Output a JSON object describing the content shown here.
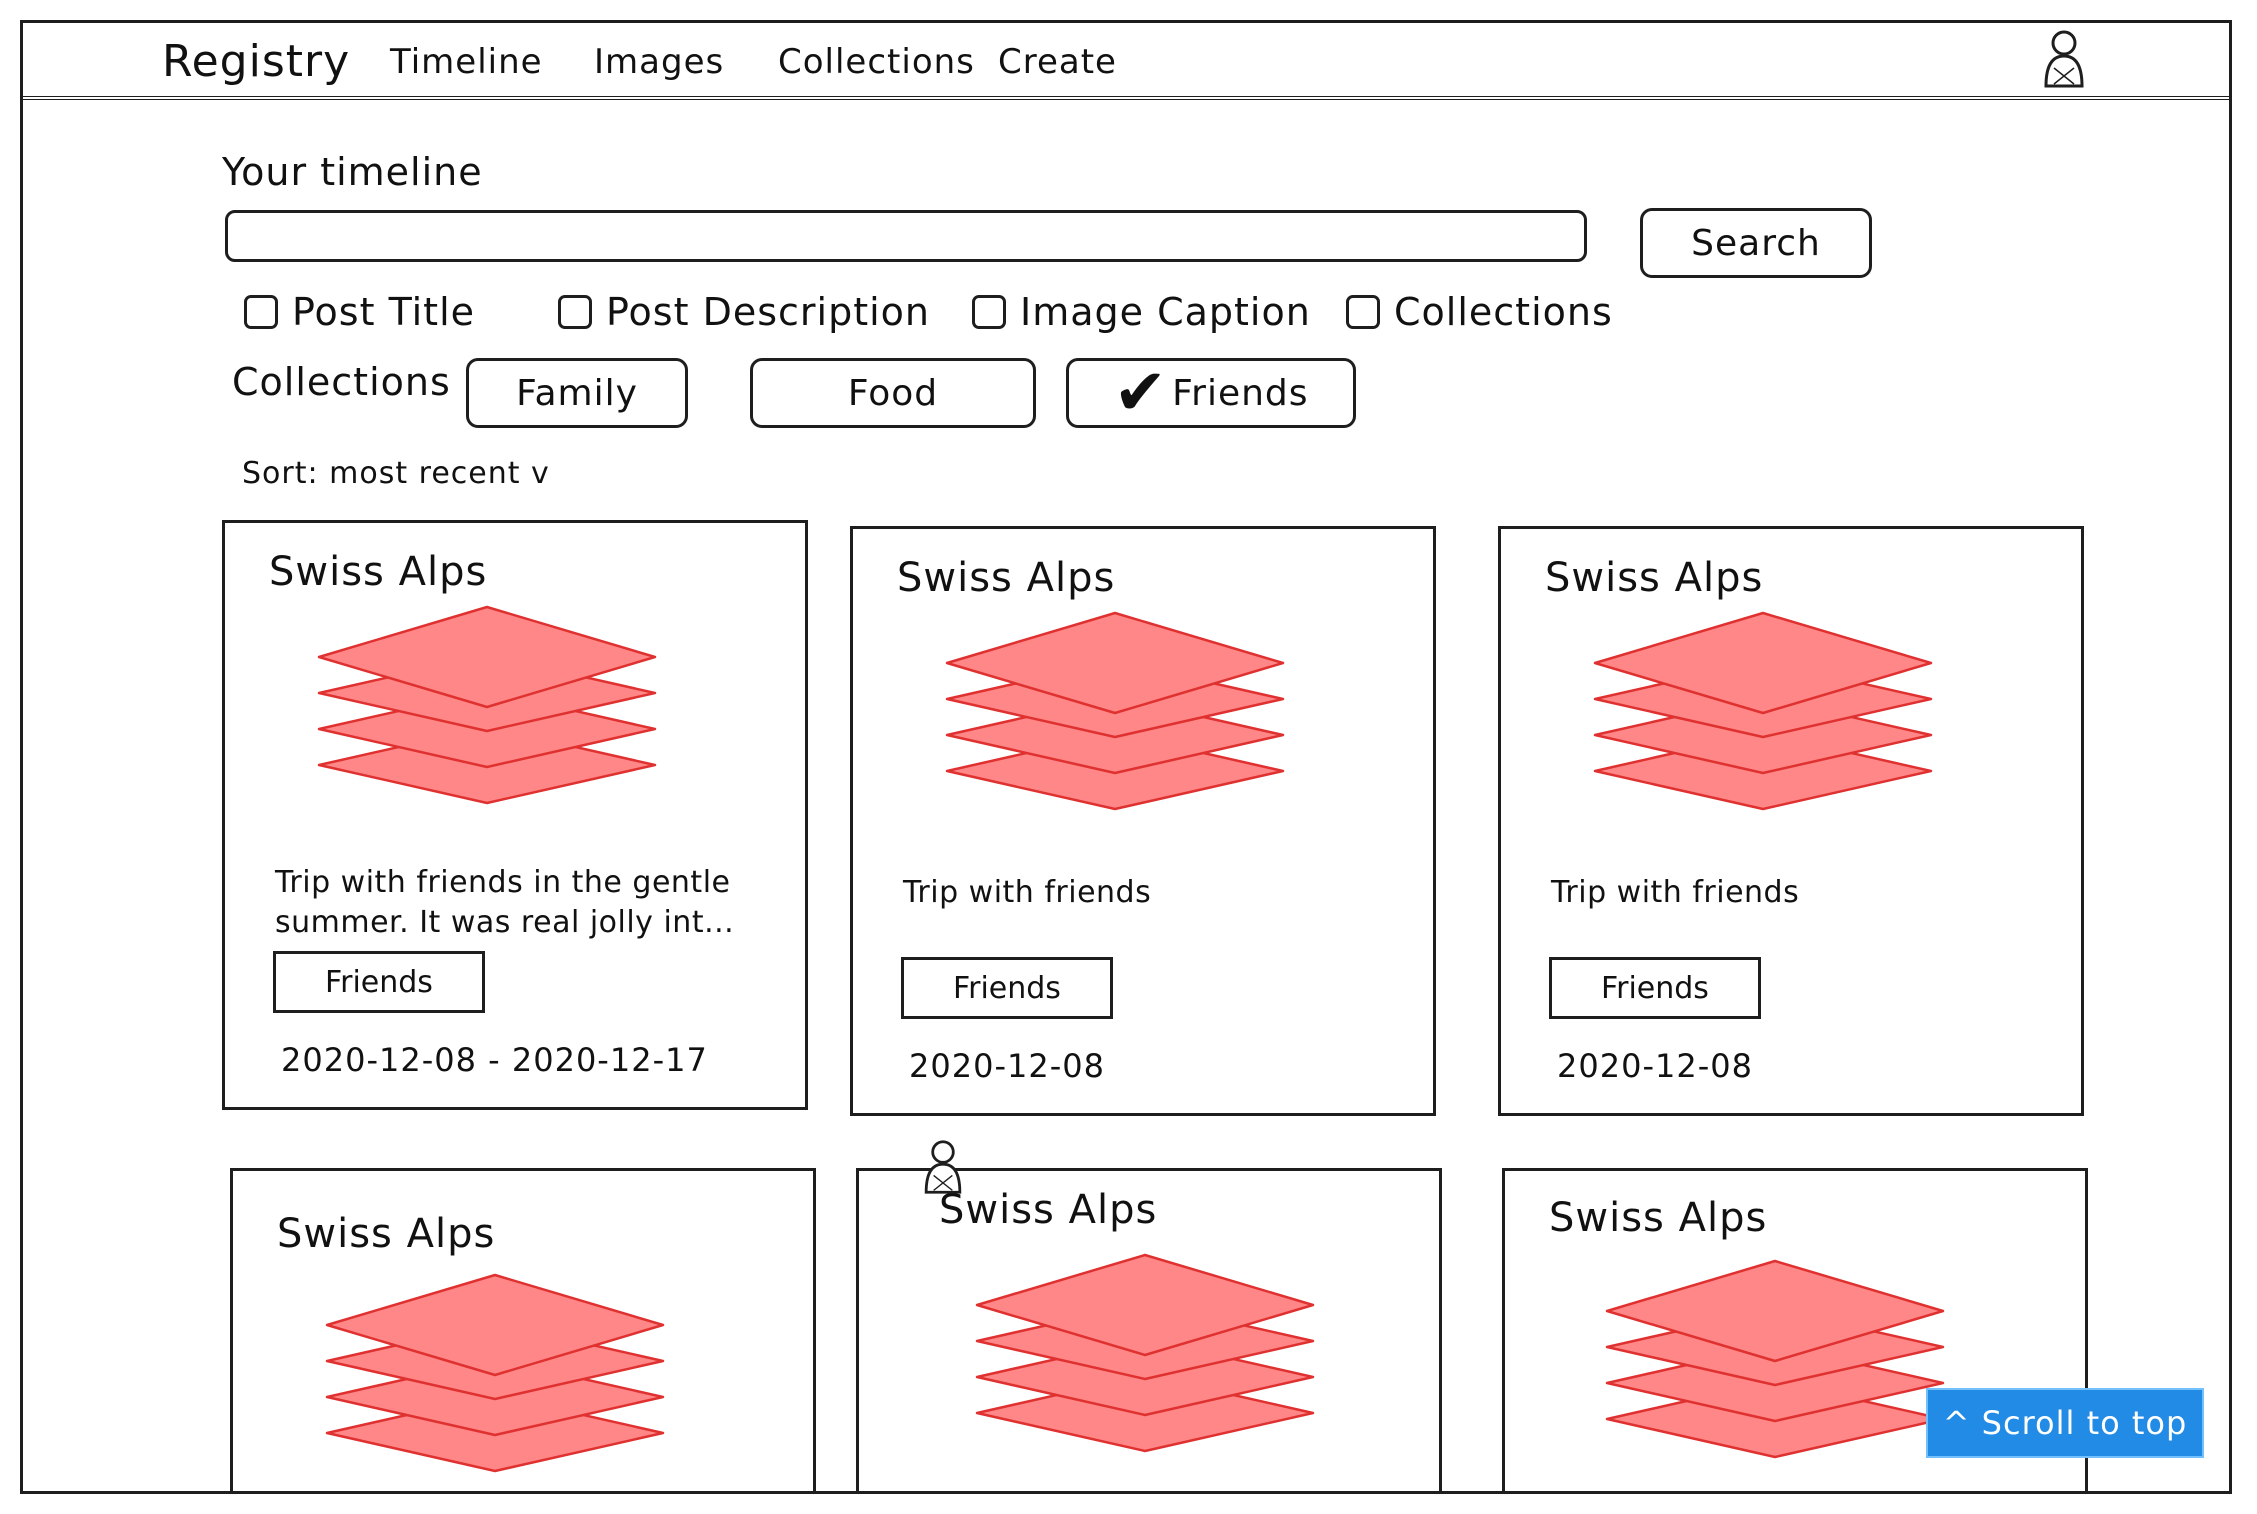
{
  "nav": {
    "brand": "Registry",
    "links": [
      "Timeline",
      "Images",
      "Collections",
      "Create"
    ]
  },
  "heading": "Your timeline",
  "search": {
    "value": "",
    "placeholder": "",
    "button": "Search"
  },
  "filters": [
    "Post Title",
    "Post Description",
    "Image Caption",
    "Collections"
  ],
  "collections": {
    "label": "Collections",
    "chips": [
      {
        "label": "Family",
        "checked": false
      },
      {
        "label": "Food",
        "checked": false
      },
      {
        "label": "Friends",
        "checked": true
      }
    ]
  },
  "sort": "Sort: most recent v",
  "cards": [
    {
      "title": "Swiss Alps",
      "description": "Trip with friends in the gentle summer. It was real jolly int...",
      "tag": "Friends",
      "date": "2020-12-08 - 2020-12-17"
    },
    {
      "title": "Swiss Alps",
      "description": "Trip with friends",
      "tag": "Friends",
      "date": "2020-12-08"
    },
    {
      "title": "Swiss Alps",
      "description": "Trip with friends",
      "tag": "Friends",
      "date": "2020-12-08"
    },
    {
      "title": "Swiss Alps"
    },
    {
      "title": "Swiss Alps"
    },
    {
      "title": "Swiss Alps"
    }
  ],
  "scroll_top": "^ Scroll to top",
  "colors": {
    "image_fill": "#ff8787",
    "image_stroke": "#e03131",
    "accent": "#228be6",
    "ink": "#1e1e1e"
  },
  "icons": {
    "user": "user-icon",
    "image": "image-stack-icon",
    "check": "check-icon"
  }
}
